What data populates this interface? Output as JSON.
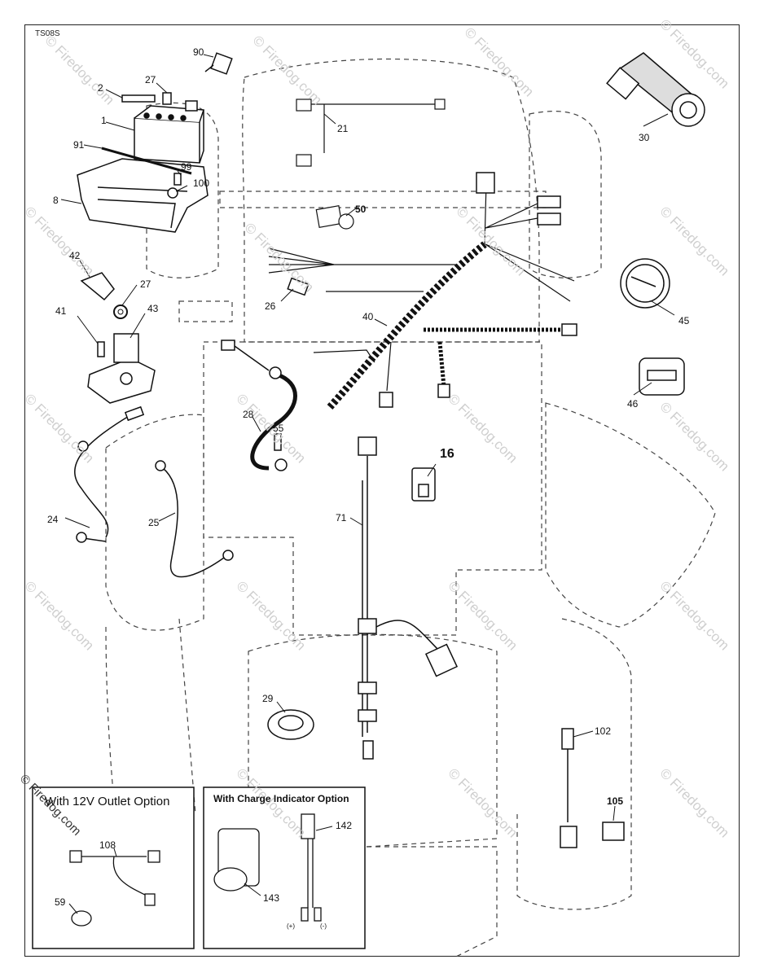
{
  "diagram": {
    "code": "TS08S",
    "copyright": "© Firedog.com",
    "watermark": "© Firedog.com"
  },
  "callouts": [
    {
      "id": "90",
      "label": "90"
    },
    {
      "id": "2",
      "label": "2"
    },
    {
      "id": "27a",
      "label": "27"
    },
    {
      "id": "1",
      "label": "1"
    },
    {
      "id": "91",
      "label": "91"
    },
    {
      "id": "99",
      "label": "99"
    },
    {
      "id": "100",
      "label": "100"
    },
    {
      "id": "8",
      "label": "8"
    },
    {
      "id": "42",
      "label": "42"
    },
    {
      "id": "27b",
      "label": "27"
    },
    {
      "id": "41",
      "label": "41"
    },
    {
      "id": "43",
      "label": "43"
    },
    {
      "id": "21",
      "label": "21"
    },
    {
      "id": "50",
      "label": "50"
    },
    {
      "id": "30",
      "label": "30"
    },
    {
      "id": "26",
      "label": "26"
    },
    {
      "id": "40",
      "label": "40"
    },
    {
      "id": "45",
      "label": "45"
    },
    {
      "id": "46",
      "label": "46"
    },
    {
      "id": "28",
      "label": "28"
    },
    {
      "id": "55",
      "label": "55"
    },
    {
      "id": "16",
      "label": "16"
    },
    {
      "id": "24",
      "label": "24"
    },
    {
      "id": "25",
      "label": "25"
    },
    {
      "id": "71",
      "label": "71"
    },
    {
      "id": "29",
      "label": "29"
    },
    {
      "id": "102",
      "label": "102"
    },
    {
      "id": "105",
      "label": "105"
    },
    {
      "id": "108",
      "label": "108"
    },
    {
      "id": "59",
      "label": "59"
    },
    {
      "id": "142",
      "label": "142"
    },
    {
      "id": "143",
      "label": "143"
    }
  ],
  "insets": {
    "outlet_title": "With 12V Outlet Option",
    "charge_title": "With Charge Indicator Option",
    "polarity_plus": "(+)",
    "polarity_minus": "(-)"
  }
}
